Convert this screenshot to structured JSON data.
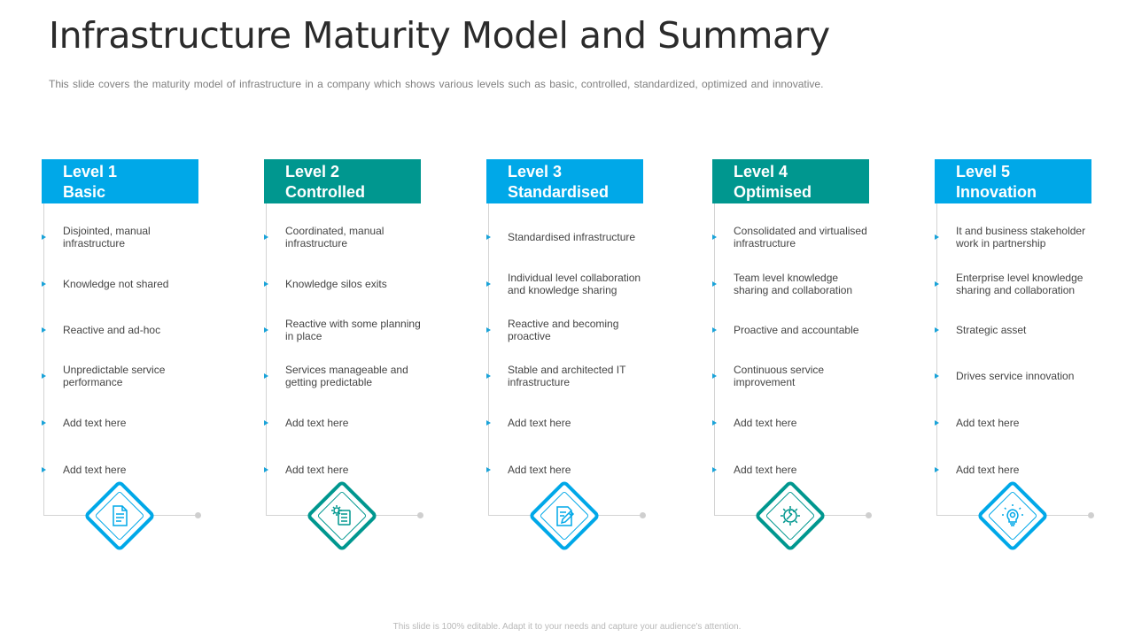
{
  "title": "Infrastructure Maturity Model and Summary",
  "subtitle": "This slide covers the maturity model of infrastructure in a company which shows various levels such as basic, controlled, standardized, optimized and innovative.",
  "footer": "This slide is 100% editable. Adapt it to your needs and capture your audience's attention.",
  "colors": {
    "blue": "#00a8e8",
    "teal": "#00978f"
  },
  "levels": [
    {
      "level": "Level 1",
      "name": "Basic",
      "color": "#00a8e8",
      "icon": "document-icon",
      "items": [
        "Disjointed, manual infrastructure",
        "Knowledge not shared",
        "Reactive and ad-hoc",
        "Unpredictable service performance",
        "Add text here",
        "Add text here"
      ]
    },
    {
      "level": "Level 2",
      "name": "Controlled",
      "color": "#00978f",
      "icon": "gear-checklist-icon",
      "items": [
        "Coordinated, manual infrastructure",
        "Knowledge silos exits",
        "Reactive with some planning in place",
        "Services manageable and getting predictable",
        "Add text here",
        "Add text here"
      ]
    },
    {
      "level": "Level 3",
      "name": "Standardised",
      "color": "#00a8e8",
      "icon": "edit-document-icon",
      "items": [
        "Standardised infrastructure",
        "Individual level collaboration and knowledge sharing",
        "Reactive and becoming proactive",
        "Stable and architected IT infrastructure",
        "Add text here",
        "Add text here"
      ]
    },
    {
      "level": "Level 4",
      "name": "Optimised",
      "color": "#00978f",
      "icon": "gear-wrench-icon",
      "items": [
        "Consolidated and virtualised infrastructure",
        "Team level knowledge sharing and collaboration",
        "Proactive and accountable",
        "Continuous service improvement",
        "Add text here",
        "Add text here"
      ]
    },
    {
      "level": "Level 5",
      "name": "Innovation",
      "color": "#00a8e8",
      "icon": "lightbulb-icon",
      "items": [
        "It and business stakeholder work in partnership",
        "Enterprise level knowledge sharing and collaboration",
        "Strategic asset",
        "Drives service innovation",
        "Add text here",
        "Add text here"
      ]
    }
  ]
}
